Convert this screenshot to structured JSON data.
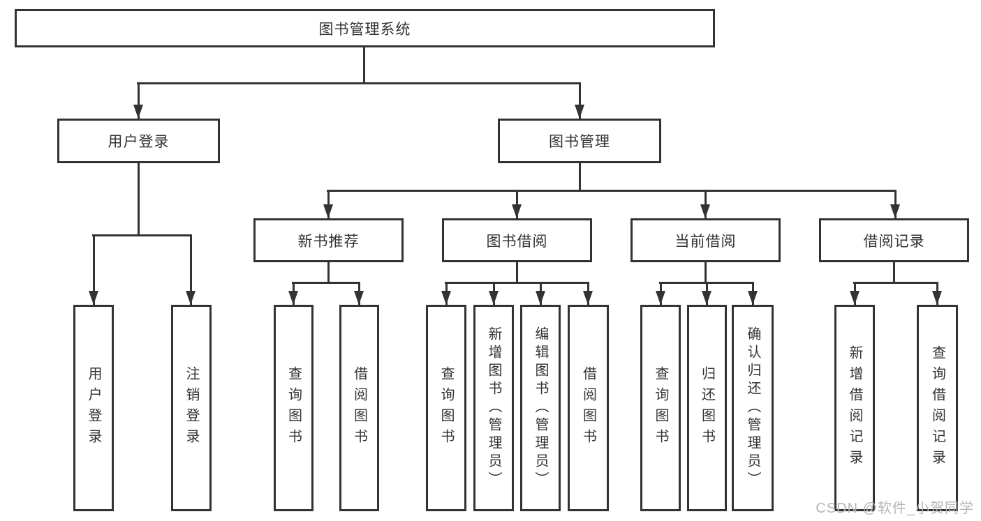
{
  "diagram": {
    "title": "图书管理系统",
    "level2": {
      "user_login": "用户登录",
      "book_mgmt": "图书管理"
    },
    "level3": {
      "new_book_rec": "新书推荐",
      "book_borrow": "图书借阅",
      "current_borrow": "当前借阅",
      "borrow_records": "借阅记录"
    },
    "leaves": {
      "user_login": [
        "用户登录",
        "注销登录"
      ],
      "new_book_rec": [
        "查询图书",
        "借阅图书"
      ],
      "book_borrow": [
        "查询图书",
        "新增图书（管理员）",
        "编辑图书（管理员）",
        "借阅图书"
      ],
      "current_borrow": [
        "查询图书",
        "归还图书",
        "确认归还（管理员）"
      ],
      "borrow_records": [
        "新增借阅记录",
        "查询借阅记录"
      ]
    },
    "watermark": "CSDN @软件_小贺同学",
    "colors": {
      "line": "#333333",
      "text": "#333333",
      "watermark": "#b5b5b5",
      "background": "#ffffff"
    }
  }
}
